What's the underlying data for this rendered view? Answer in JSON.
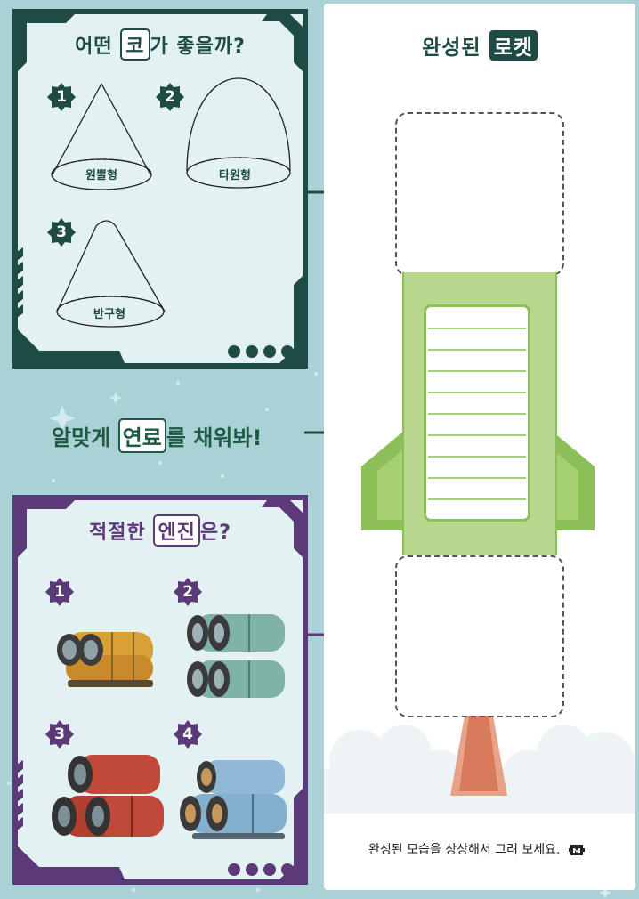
{
  "top_card": {
    "title_pre": "어떤 ",
    "title_highlight": "코",
    "title_post": "가 좋을까?",
    "options": [
      {
        "number": "1",
        "label": "원뿔형"
      },
      {
        "number": "2",
        "label": "타원형"
      },
      {
        "number": "3",
        "label": "반구형"
      }
    ]
  },
  "middle": {
    "text_pre": "알맞게 ",
    "text_highlight": "연료",
    "text_post": "를 채워봐!"
  },
  "bottom_card": {
    "title_pre": "적절한 ",
    "title_highlight": "엔진",
    "title_post": "은?",
    "options": [
      {
        "number": "1"
      },
      {
        "number": "2"
      },
      {
        "number": "3"
      },
      {
        "number": "4"
      }
    ]
  },
  "right_panel": {
    "title_pre": "완성된 ",
    "title_highlight": "로켓",
    "footer_text": "완성된 모습을 상상해서 그려 보세요."
  },
  "colors": {
    "background": "#a9d1d6",
    "top_card_accent": "#1f4b45",
    "bottom_card_accent": "#5c3a7a",
    "rocket_green": "#8cbf58",
    "rocket_light": "#b8d68c"
  },
  "icons": [
    "cone-icon",
    "ellipse-dome-icon",
    "hemisphere-cone-icon",
    "engine-illustration",
    "rocket-fins",
    "cloud",
    "logo-icon"
  ]
}
